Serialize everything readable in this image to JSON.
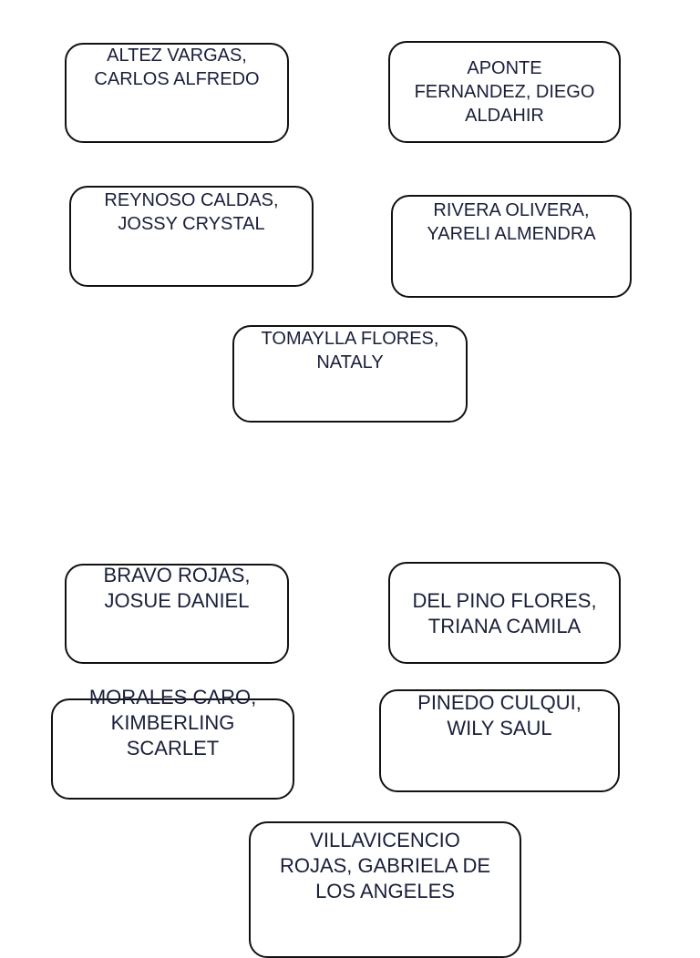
{
  "group_1": {
    "cards": [
      {
        "name": "ALTEZ VARGAS,\nCARLOS ALFREDO"
      },
      {
        "name": "APONTE\nFERNANDEZ, DIEGO\nALDAHIR"
      },
      {
        "name": "REYNOSO CALDAS,\nJOSSY CRYSTAL"
      },
      {
        "name": "RIVERA OLIVERA,\nYARELI ALMENDRA"
      },
      {
        "name": "TOMAYLLA FLORES,\nNATALY"
      }
    ]
  },
  "group_2": {
    "cards": [
      {
        "name": "BRAVO ROJAS,\nJOSUE DANIEL"
      },
      {
        "name": "DEL PINO FLORES,\nTRIANA CAMILA"
      },
      {
        "name": "MORALES CARO,\nKIMBERLING\nSCARLET"
      },
      {
        "name": "PINEDO CULQUI,\nWILY SAUL"
      },
      {
        "name": "VILLAVICENCIO\nROJAS, GABRIELA DE\nLOS ANGELES"
      }
    ]
  }
}
